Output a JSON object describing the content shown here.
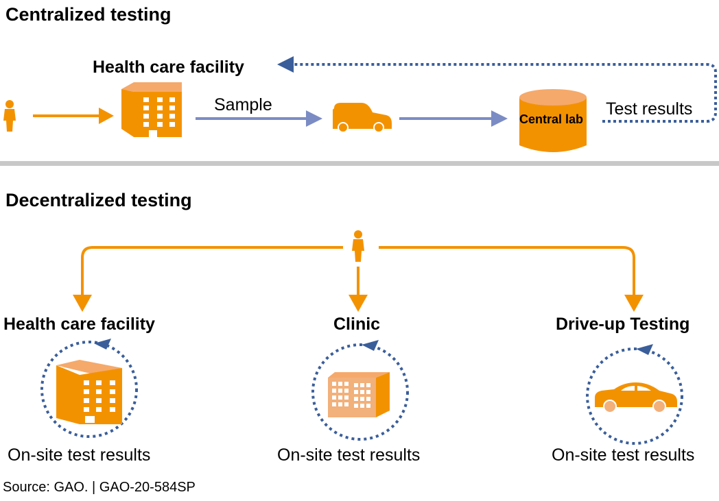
{
  "colors": {
    "orange": "#F39200",
    "orange_light": "#F2B07A",
    "orange_top": "#F5A96B",
    "blue_arrow": "#7B8CC4",
    "blue_dotted": "#3A5E9A",
    "divider": "#C8C8C8"
  },
  "centralized": {
    "title": "Centralized testing",
    "facility_label": "Health care facility",
    "sample_label": "Sample",
    "lab_label": "Central lab",
    "results_label": "Test results",
    "icons": [
      "person-icon",
      "building-icon",
      "van-icon",
      "lab-cylinder-icon"
    ]
  },
  "decentralized": {
    "title": "Decentralized testing",
    "sites": [
      {
        "label": "Health care facility",
        "result": "On-site test results",
        "icon": "building-icon"
      },
      {
        "label": "Clinic",
        "result": "On-site test results",
        "icon": "clinic-icon"
      },
      {
        "label": "Drive-up Testing",
        "result": "On-site test results",
        "icon": "car-icon"
      }
    ]
  },
  "footer": {
    "source": "Source: GAO.  |  GAO-20-584SP"
  }
}
